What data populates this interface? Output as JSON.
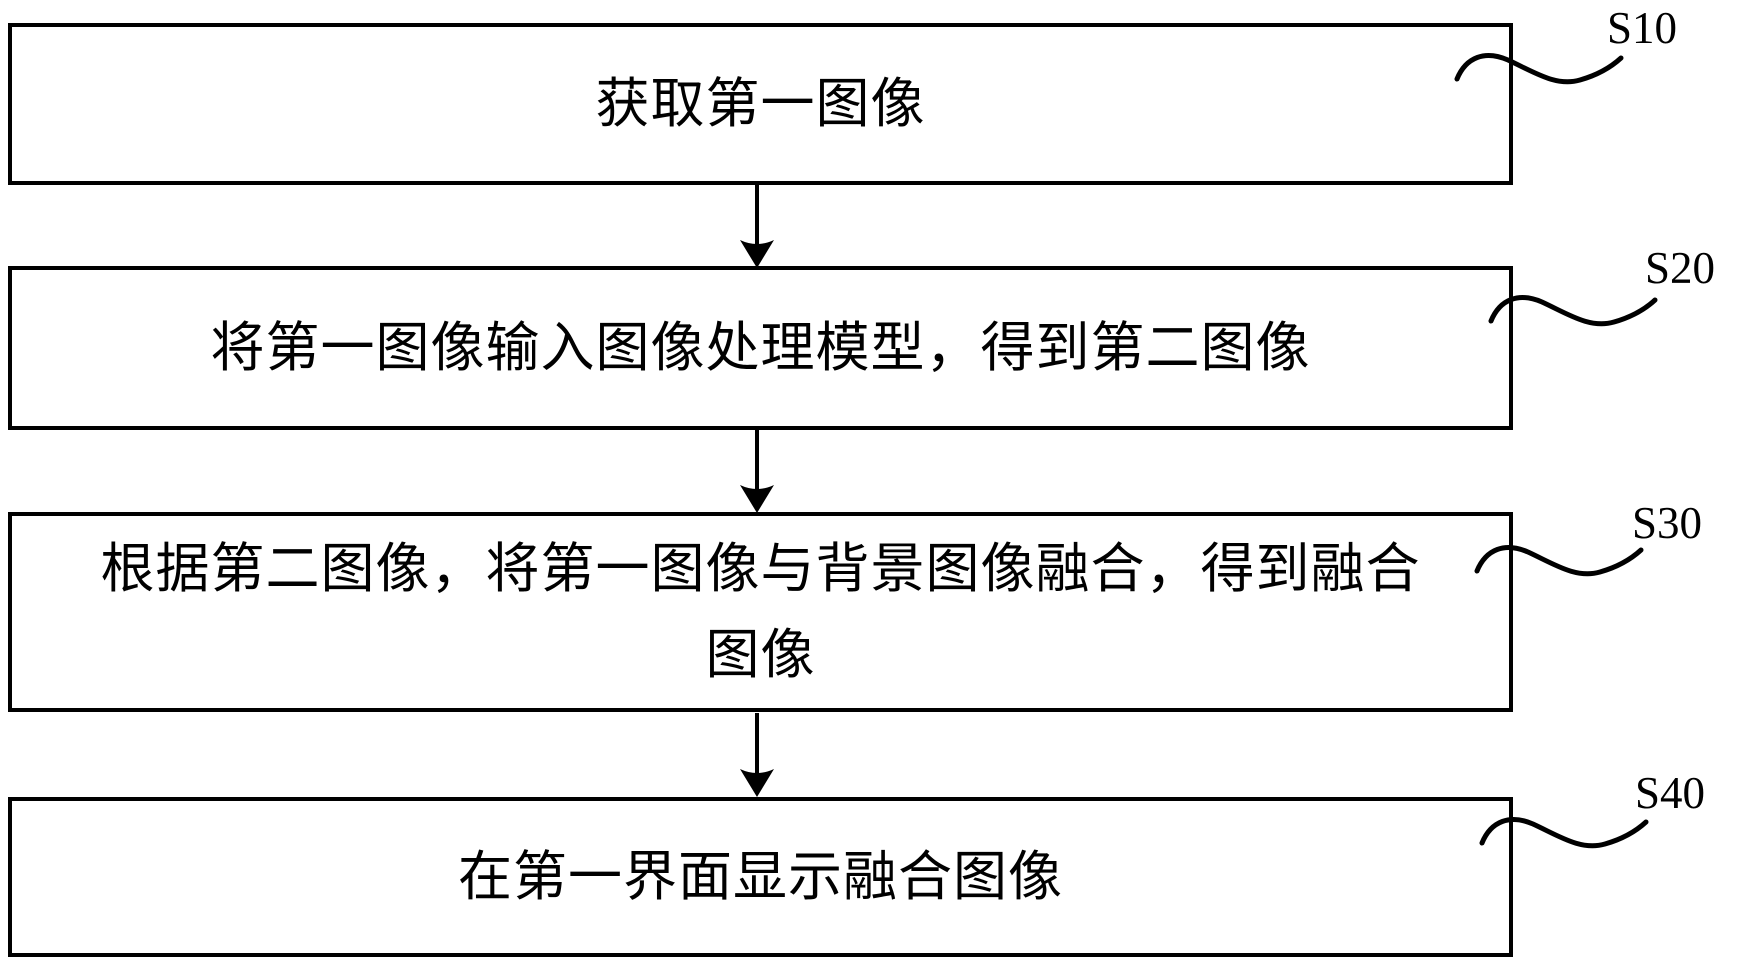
{
  "diagram": {
    "type": "flowchart",
    "orientation": "vertical",
    "colors": {
      "line": "#000000",
      "background": "#ffffff",
      "text": "#000000"
    },
    "steps": [
      {
        "label": "S10",
        "lines": [
          "获取第一图像"
        ]
      },
      {
        "label": "S20",
        "lines": [
          "将第一图像输入图像处理模型，得到第二图像"
        ]
      },
      {
        "label": "S30",
        "lines": [
          "根据第二图像，将第一图像与背景图像融合，得到融合",
          "图像"
        ]
      },
      {
        "label": "S40",
        "lines": [
          "在第一界面显示融合图像"
        ]
      }
    ]
  }
}
